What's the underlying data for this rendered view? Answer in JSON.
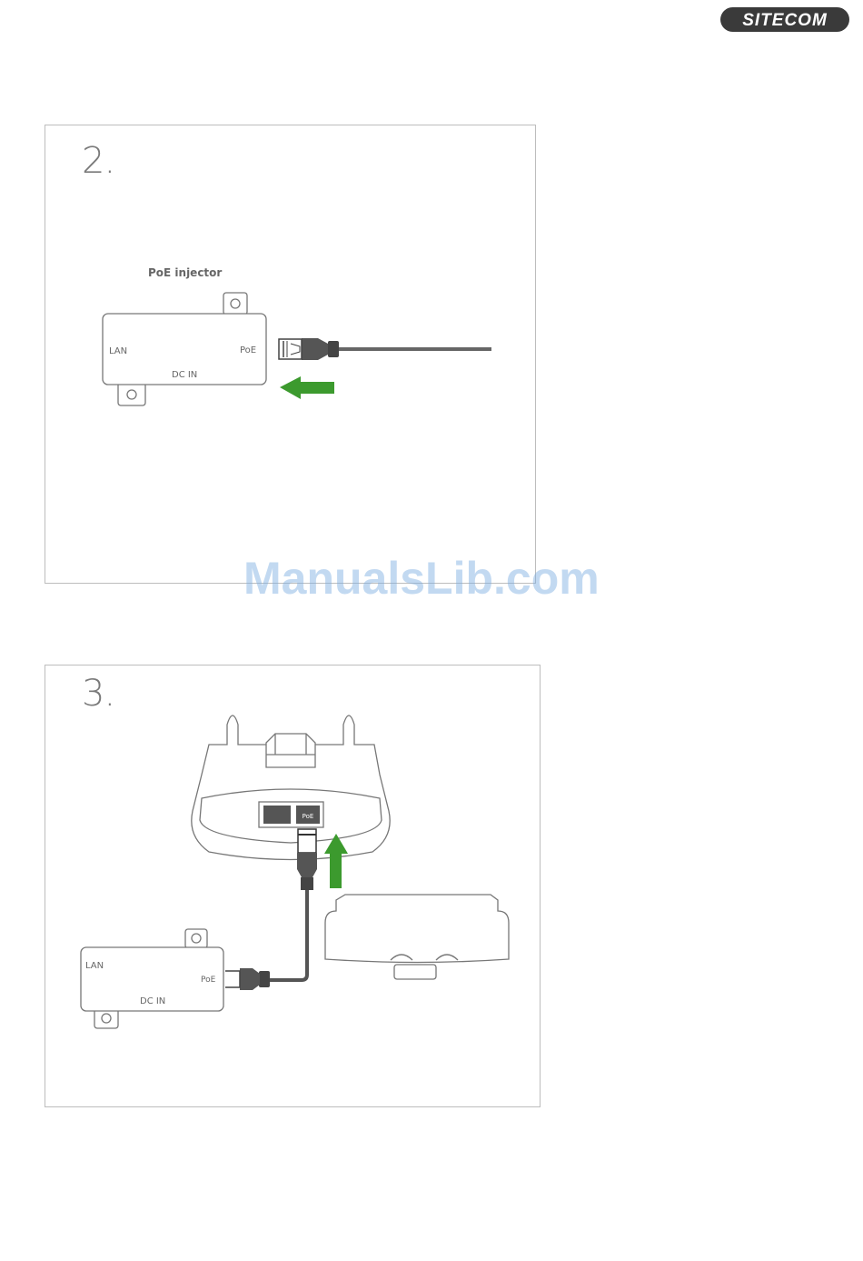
{
  "brand": {
    "logo_text": "SITECOM",
    "logo_color": "#3a3a3a"
  },
  "steps": [
    {
      "number": "2.",
      "title": "PoE injector",
      "labels": {
        "lan": "LAN",
        "poe": "PoE",
        "dc_in": "DC IN"
      },
      "arrow_color": "#3c9a2e",
      "arrow_direction": "left"
    },
    {
      "number": "3.",
      "labels": {
        "lan": "LAN",
        "poe": "PoE",
        "dc_in": "DC IN",
        "device_port": "PoE"
      },
      "arrow_color": "#3c9a2e",
      "arrow_direction": "up"
    }
  ],
  "watermark": "ManualsLib.com"
}
